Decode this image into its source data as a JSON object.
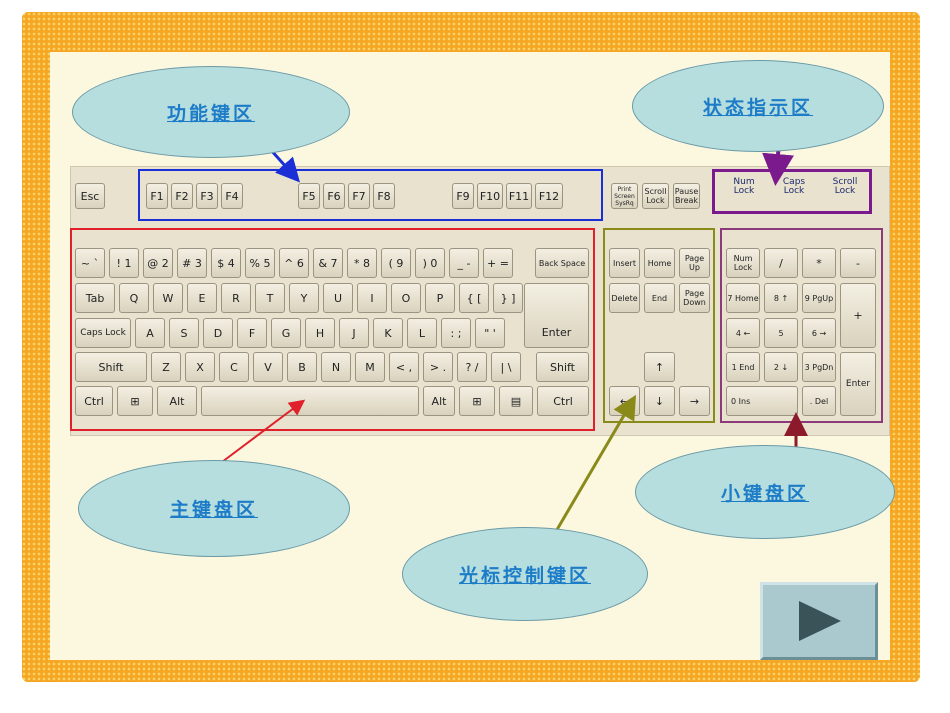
{
  "labels": {
    "function_keys": "功能键区",
    "status_lights": "状态指示区",
    "main_keyboard": "主键盘区",
    "keypad": "小键盘区",
    "cursor_keys": "光标控制键区"
  },
  "keys": {
    "esc": "Esc",
    "f1": "F1",
    "f2": "F2",
    "f3": "F3",
    "f4": "F4",
    "f5": "F5",
    "f6": "F6",
    "f7": "F7",
    "f8": "F8",
    "f9": "F9",
    "f10": "F10",
    "f11": "F11",
    "f12": "F12",
    "print_screen": "Print Screen SysRq",
    "scroll_lock": "Scroll Lock",
    "pause_break": "Pause Break",
    "num_led": "Num Lock",
    "caps_led": "Caps Lock",
    "scroll_led": "Scroll Lock",
    "row1": [
      "~ `",
      "! 1",
      "@ 2",
      "# 3",
      "$ 4",
      "% 5",
      "^ 6",
      "& 7",
      "* 8",
      "( 9",
      ") 0",
      "_ -",
      "+ ="
    ],
    "backspace": "Back Space",
    "tab": "Tab",
    "row2": [
      "Q",
      "W",
      "E",
      "R",
      "T",
      "Y",
      "U",
      "I",
      "O",
      "P",
      "{ [",
      "} ]"
    ],
    "caps": "Caps Lock",
    "row3": [
      "A",
      "S",
      "D",
      "F",
      "G",
      "H",
      "J",
      "K",
      "L",
      ": ;",
      "\" '"
    ],
    "enter": "Enter",
    "shift_left": "Shift",
    "row4": [
      "Z",
      "X",
      "C",
      "V",
      "B",
      "N",
      "M",
      "< ,",
      "> .",
      "? /",
      "| \\"
    ],
    "shift_right": "Shift",
    "ctrl_left": "Ctrl",
    "win_left": "⊞",
    "alt_left": "Alt",
    "alt_right": "Alt",
    "win_right": "⊞",
    "menu": "▤",
    "ctrl_right": "Ctrl",
    "insert": "Insert",
    "home": "Home",
    "page_up": "Page Up",
    "delete": "Delete",
    "end": "End",
    "page_down": "Page Down",
    "up": "↑",
    "left": "←",
    "down": "↓",
    "right": "→",
    "num_lock": "Num Lock",
    "kp_slash": "/",
    "kp_star": "*",
    "kp_minus": "-",
    "kp_7": "7 Home",
    "kp_8": "8 ↑",
    "kp_9": "9 PgUp",
    "kp_plus": "+",
    "kp_4": "4 ←",
    "kp_5": "5",
    "kp_6": "6 →",
    "kp_1": "1 End",
    "kp_2": "2 ↓",
    "kp_3": "3 PgDn",
    "kp_enter": "Enter",
    "kp_0": "0 Ins",
    "kp_dot": ". Del"
  },
  "colors": {
    "frame": "#f5a623",
    "function_box": "#1a2fd6",
    "status_box": "#7a1a8c",
    "main_box": "#e0202a",
    "cursor_box": "#8a8a1a",
    "keypad_box": "#8c3b7a"
  },
  "nav": {
    "next_icon": "play-triangle-icon"
  }
}
